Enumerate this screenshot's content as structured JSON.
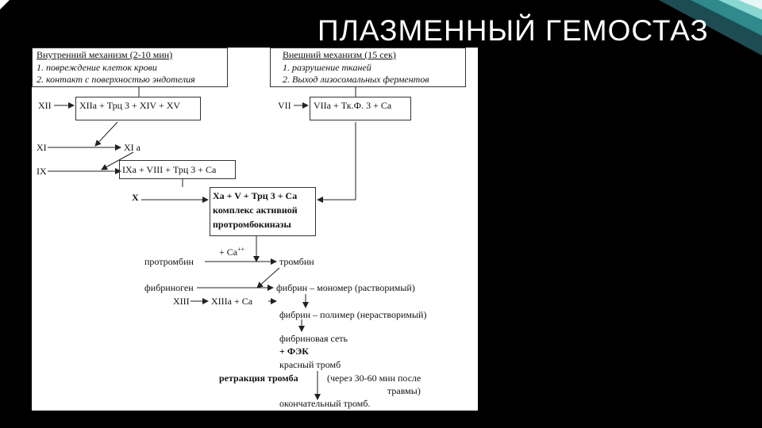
{
  "slide": {
    "title": "ПЛАЗМЕННЫЙ ГЕМОСТАЗ"
  },
  "diagram": {
    "internal": {
      "header": "Внутренний механизм (2-10 мин)",
      "item1": "1. повреждение клеток крови",
      "item2": "2. контакт с поверхностью эндотелия"
    },
    "external": {
      "header": "Внешний механизм (15 сек)",
      "item1": "1. разрушение тканей",
      "item2": "2. Выход лизосомальных ферментов"
    },
    "xii": "XII",
    "xiia_box": "XIIa + Трц 3 + XIV + XV",
    "vii": "VII",
    "viia_box": "VIIa + Тк.Ф. 3 + Са",
    "xi": "XI",
    "xia": "XI a",
    "ix": "IX",
    "ixa_box": "IXa + VIII + Трц 3 + Са",
    "x": "X",
    "xa_box": {
      "line1": "Xa + V + Трц 3 + Са",
      "line2": "комплекс активной",
      "line3": "протромбокиназы"
    },
    "ca": "+ Са",
    "ca_sup": "++",
    "prothrombin": "протромбин",
    "thrombin": "тромбин",
    "fibrinogen": "фибриноген",
    "fibrin_monomer": "фибрин – мономер (растворимый)",
    "xiii": "XIII",
    "xiiia": "XIIIa + Са",
    "fibrin_polymer": "фибрин – полимер (нерастворимый)",
    "fibrin_net": "фибриновая сеть",
    "fek": "+ ФЭК",
    "red_clot": "красный тромб",
    "retraction": "ретракция тромба",
    "retraction_note1": "(через 30-60 мин после",
    "retraction_note2": "травмы)",
    "final_clot": "окончательный тромб."
  }
}
